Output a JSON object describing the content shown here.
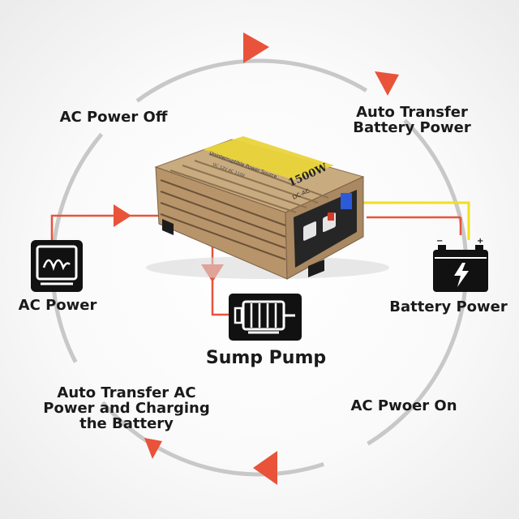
{
  "labels": {
    "ac_power_off": "AC Power Off",
    "auto_transfer_battery": [
      "Auto Transfer",
      "Battery Power"
    ],
    "ac_power": "AC Power",
    "battery_power": "Battery Power",
    "sump_pump": "Sump Pump",
    "auto_transfer_ac": [
      "Auto Transfer AC",
      "Power and Charging",
      "the Battery"
    ],
    "ac_power_on": "AC Pwoer On"
  },
  "inverter": {
    "brand_line": "Uninterruptible Power Source",
    "sub_line": "DC 12V  AC 110V",
    "power_rating": "1500W",
    "mode": "DC-AC"
  },
  "battery": {
    "minus": "−",
    "plus": "+"
  },
  "colors": {
    "arrow": "#e8533a",
    "wire_ac": "#e8533a",
    "wire_battery": "#f0e020",
    "ring": "#c8c8c8",
    "icon": "#111111",
    "inverter_body": "#c8a87a"
  }
}
